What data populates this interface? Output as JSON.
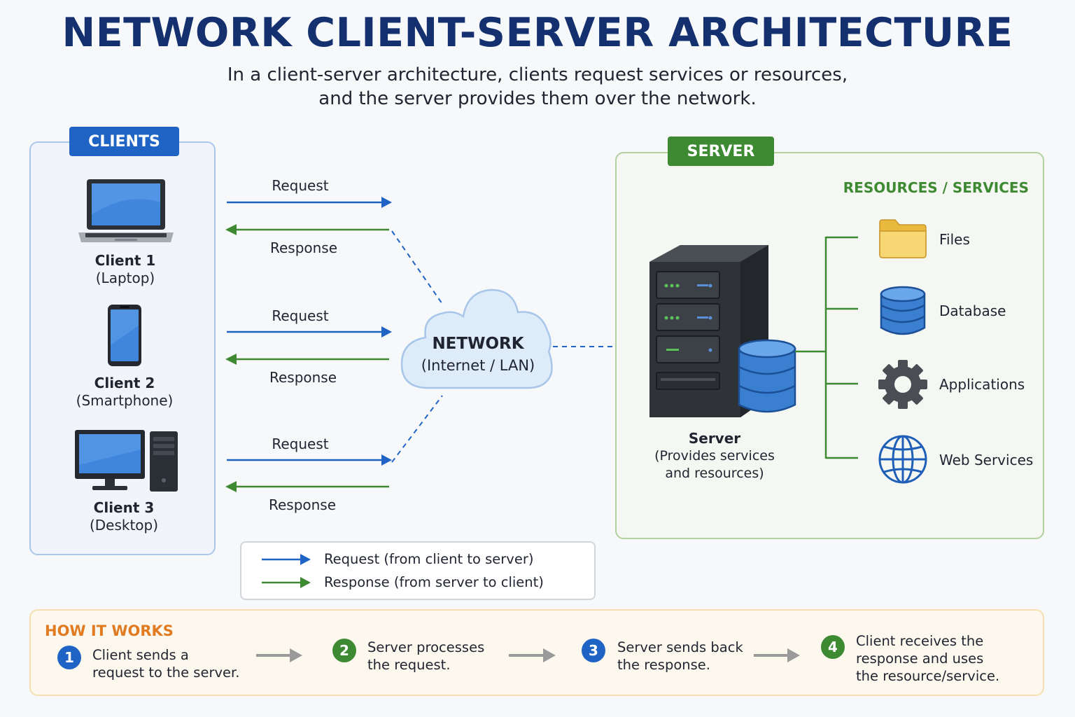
{
  "title": "NETWORK CLIENT-SERVER ARCHITECTURE",
  "subtitle": {
    "line1": "In a client-server architecture, clients request services or resources,",
    "line2": "and the server provides them over the network."
  },
  "clients": {
    "tag": "CLIENTS",
    "items": [
      {
        "name": "Client 1",
        "type": "(Laptop)",
        "icon": "laptop-icon"
      },
      {
        "name": "Client 2",
        "type": "(Smartphone)",
        "icon": "smartphone-icon"
      },
      {
        "name": "Client 3",
        "type": "(Desktop)",
        "icon": "desktop-icon"
      }
    ]
  },
  "connections": [
    {
      "request": "Request",
      "response": "Response"
    },
    {
      "request": "Request",
      "response": "Response"
    },
    {
      "request": "Request",
      "response": "Response"
    }
  ],
  "network": {
    "name": "NETWORK",
    "sub": "(Internet / LAN)"
  },
  "server": {
    "tag": "SERVER",
    "name": "Server",
    "desc_line1": "(Provides services",
    "desc_line2": "and resources)",
    "resources_title": "RESOURCES / SERVICES",
    "resources": [
      {
        "label": "Files",
        "icon": "folder-icon"
      },
      {
        "label": "Database",
        "icon": "database-icon"
      },
      {
        "label": "Applications",
        "icon": "gear-icon"
      },
      {
        "label": "Web Services",
        "icon": "globe-icon"
      }
    ]
  },
  "legend": {
    "request": "Request (from client to server)",
    "response": "Response (from server to client)"
  },
  "how_it_works": {
    "title": "HOW IT WORKS",
    "steps": [
      {
        "num": "1",
        "lines": [
          "Client sends a",
          "request to the server."
        ]
      },
      {
        "num": "2",
        "lines": [
          "Server processes",
          "the request."
        ]
      },
      {
        "num": "3",
        "lines": [
          "Server sends back",
          "the response."
        ]
      },
      {
        "num": "4",
        "lines": [
          "Client receives the",
          "response and uses",
          "the resource/service."
        ]
      }
    ]
  },
  "colors": {
    "title": "#14306e",
    "request": "#1f64c4",
    "response": "#3d8a33",
    "how_title": "#e07b22",
    "step_blue": "#1f64c4",
    "step_green": "#3d8a33"
  }
}
